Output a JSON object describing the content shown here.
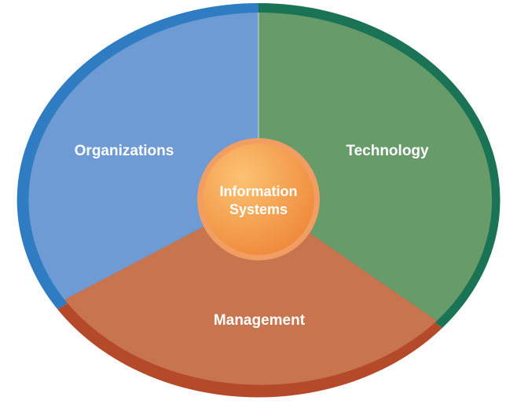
{
  "diagram": {
    "segments": [
      {
        "id": "organizations",
        "label": "Organizations",
        "fill": "#6e9bd3",
        "rim": "#2f7cc3"
      },
      {
        "id": "technology",
        "label": "Technology",
        "fill": "#679c6a",
        "rim": "#1b7355"
      },
      {
        "id": "management",
        "label": "Management",
        "fill": "#c8754f",
        "rim": "#b44a2a"
      }
    ],
    "center": {
      "line1": "Information",
      "line2": "Systems",
      "fill_light": "#fcc272",
      "fill_dark": "#ef8a3c",
      "ring": "#f29e62"
    },
    "label_color": "#ffffff"
  }
}
